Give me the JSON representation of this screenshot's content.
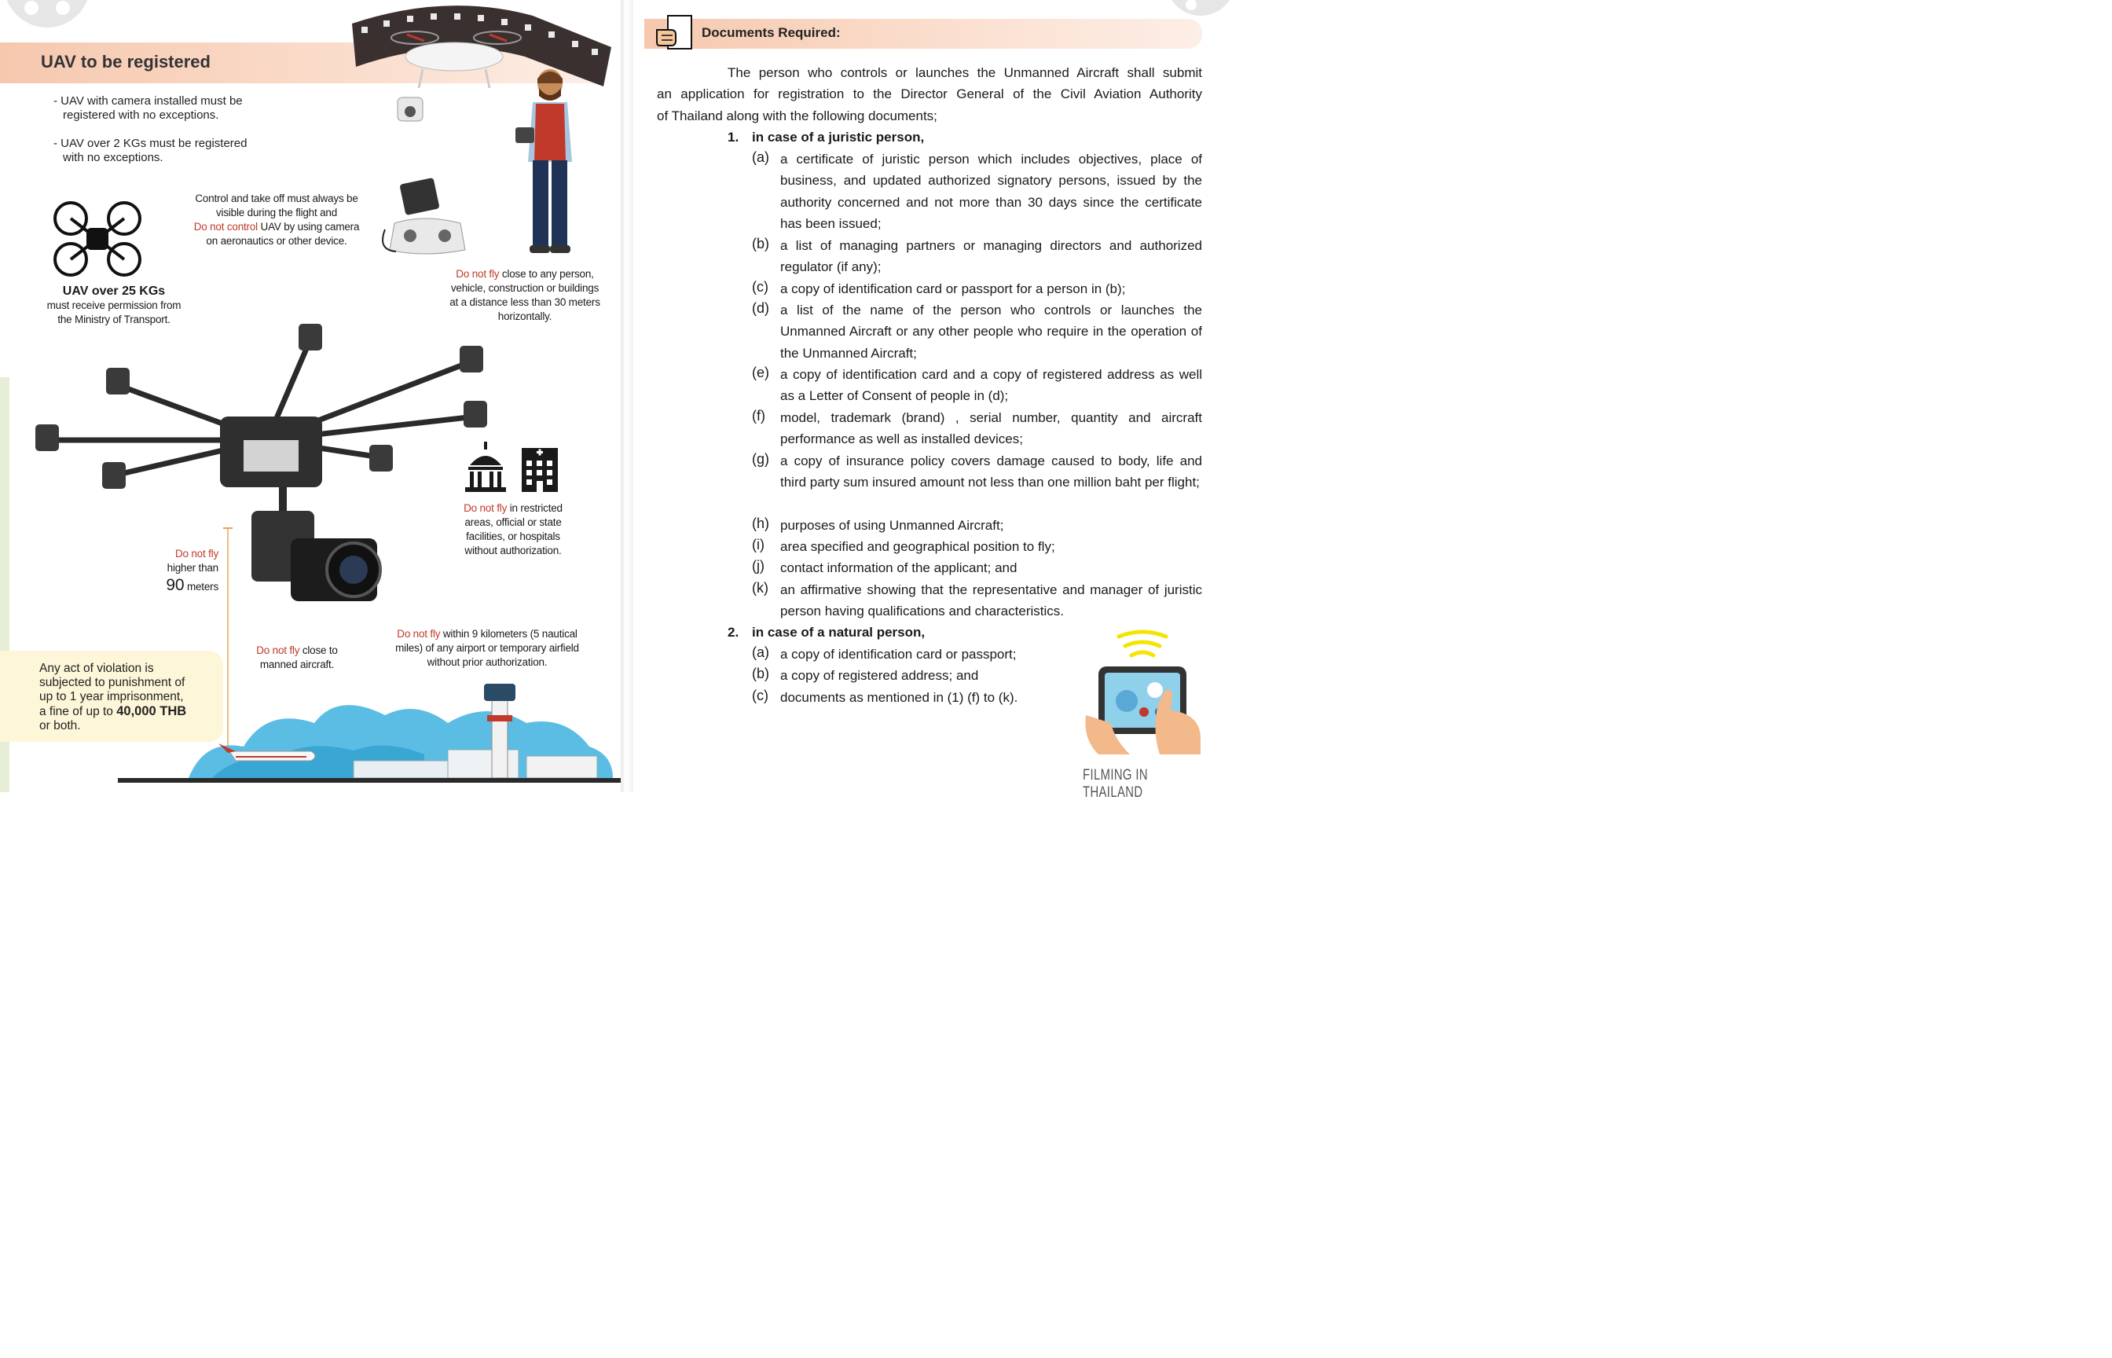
{
  "left": {
    "title": "UAV to be registered",
    "bullets": [
      [
        "- UAV with camera installed must be",
        "registered with no exceptions."
      ],
      [
        "- UAV over 2 KGs must be registered",
        "with no exceptions."
      ]
    ],
    "control_note": {
      "line1": "Control and take off must always be",
      "line2": "visible during the flight and",
      "line3_red": "Do not control",
      "line3_rest": " UAV by using camera",
      "line4": "on aeronautics or other device."
    },
    "uav25": {
      "heading": "UAV over 25 KGs",
      "line1": "must receive permission from",
      "line2": "the Ministry of Transport."
    },
    "distance_note": {
      "red": "Do not fly",
      "line1_rest": " close to any person,",
      "line2": "vehicle, construction or buildings",
      "line3": "at a distance less than 30 meters",
      "line4": "horizontally."
    },
    "restricted_note": {
      "red": "Do not fly",
      "line1_rest": " in restricted",
      "line2": "areas, official or state",
      "line3": "facilities, or hospitals",
      "line4": "without authorization."
    },
    "height_note": {
      "red": "Do not fly",
      "line2": "higher than",
      "value": "90",
      "unit": " meters"
    },
    "manned_note": {
      "red": "Do not fly",
      "line1_rest": " close to",
      "line2": "manned aircraft."
    },
    "airport_note": {
      "red": "Do not fly",
      "line1_rest": " within 9 kilometers (5 nautical",
      "line2": "miles) of any airport or temporary airfield",
      "line3": "without prior authorization."
    },
    "violation": {
      "line1": "Any act of violation is",
      "line2": "subjected to punishment of",
      "line3": "up to 1 year imprisonment,",
      "line4_pre": "a fine of up to ",
      "line4_bold": "40,000 THB",
      "line5": "or both."
    }
  },
  "right": {
    "title": "Documents Required:",
    "intro": [
      "The person who controls or launches the Unmanned Aircraft shall submit",
      "an application for registration to the Director General of the Civil Aviation Authority",
      "of Thailand along with the following documents;"
    ],
    "section1": {
      "number": "1.",
      "heading": "in case of a juristic person,",
      "items": [
        {
          "letter": "(a)",
          "text": "a certificate of juristic person which includes objectives, place of business, and updated authorized signatory persons, issued by the authority concerned and not more than 30 days since the certificate has been issued;"
        },
        {
          "letter": "(b)",
          "text": "a list of managing partners or managing directors and authorized regulator (if any);"
        },
        {
          "letter": "(c)",
          "text": "a copy of identification card or passport for a person in (b);"
        },
        {
          "letter": "(d)",
          "text": "a list of the name of the person who controls or launches the Unmanned Aircraft or any other people who require in the operation of the Unmanned Aircraft;"
        },
        {
          "letter": "(e)",
          "text": "a copy of identification card and a copy of registered address as well as a Letter of Consent of people in (d);"
        },
        {
          "letter": "(f)",
          "text": "model, trademark (brand) , serial number, quantity and aircraft performance as well as installed devices;"
        },
        {
          "letter": "(g)",
          "text": "a copy of insurance policy covers damage caused to body, life and third party sum insured amount not less than one million baht per flight;"
        },
        {
          "letter": "(h)",
          "text": "purposes of using Unmanned Aircraft;"
        },
        {
          "letter": "(i)",
          "text": "area specified and geographical position to fly;"
        },
        {
          "letter": "(j)",
          "text": "contact information of the applicant; and"
        },
        {
          "letter": "(k)",
          "text": "an affirmative showing that the representative and manager of juristic person having qualifications and characteristics."
        }
      ]
    },
    "section2": {
      "number": "2.",
      "heading": "in case of a natural person,",
      "items": [
        {
          "letter": "(a)",
          "text": "a copy of identification card or passport;"
        },
        {
          "letter": "(b)",
          "text": "a copy of registered address; and"
        },
        {
          "letter": "(c)",
          "text": "documents as mentioned in (1) (f) to (k)."
        }
      ]
    },
    "footer": "FILMING IN THAILAND"
  },
  "colors": {
    "accent_red": "#c0392b",
    "band_peach": "#f6c8ae",
    "note_yellow": "#fdf6d8",
    "sky_blue": "#4fb3d9"
  }
}
